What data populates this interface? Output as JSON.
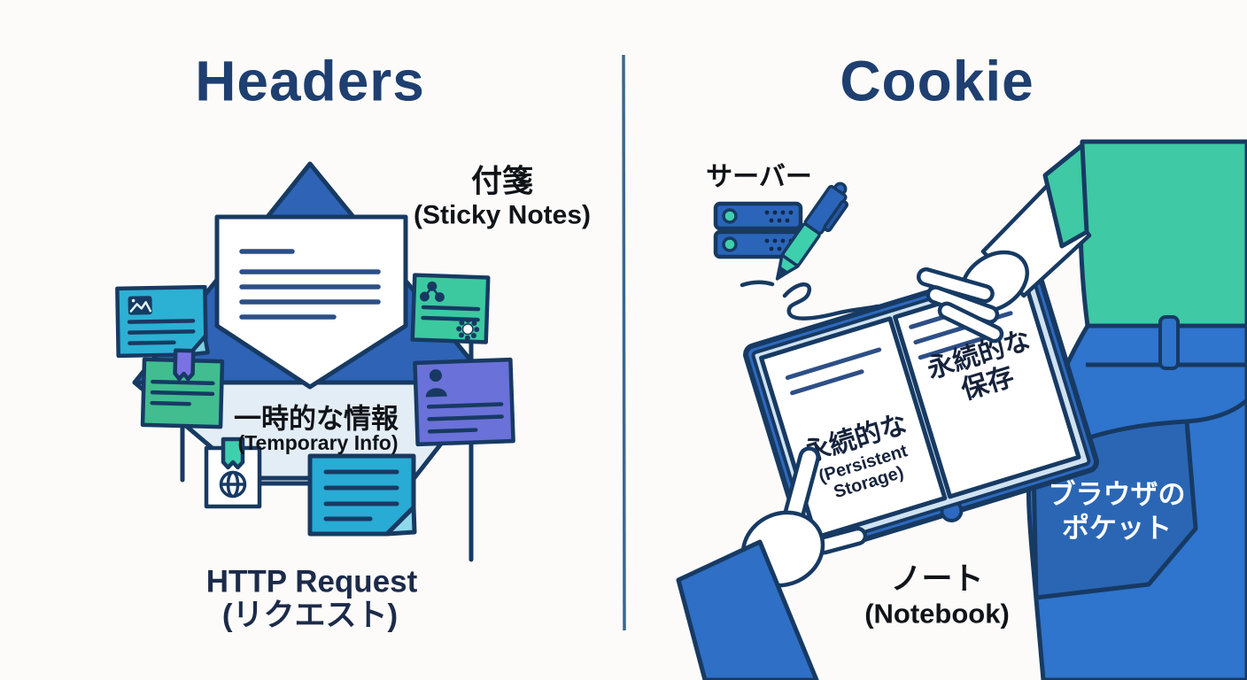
{
  "left_panel": {
    "title": "Headers",
    "sticky_notes_label_jp": "付箋",
    "sticky_notes_label_en": "(Sticky Notes)",
    "temporary_info_jp": "一時的な情報",
    "temporary_info_en": "(Temporary Info)",
    "caption_en": "HTTP Request",
    "caption_jp": "(リクエスト)"
  },
  "right_panel": {
    "title": "Cookie",
    "server_label_jp": "サーバー",
    "notebook_left_page_jp": "永続的な",
    "notebook_left_page_en1": "(Persistent",
    "notebook_left_page_en2": "Storage)",
    "notebook_right_page_line1": "永続的な",
    "notebook_right_page_line2": "保存",
    "caption_jp": "ノート",
    "caption_en": "(Notebook)",
    "pocket_label_line1": "ブラウザの",
    "pocket_label_line2": "ポケット"
  },
  "icons": [
    "envelope-icon",
    "letter-icon",
    "image-icon",
    "tape-icon",
    "share-icon",
    "badge-icon",
    "person-icon",
    "globe-stamp-icon",
    "document-icon",
    "server-icon",
    "pen-icon",
    "handwriting-squiggle",
    "notebook-icon",
    "bookmark-notch"
  ],
  "colors": {
    "title_navy": "#1e3f70",
    "outline_navy": "#173a63",
    "envelope_blue": "#2e63b6",
    "envelope_body": "#e3edf6",
    "cyan_note": "#2cb0d4",
    "green_note": "#41bd90",
    "teal_note": "#3cc9a0",
    "purple_note": "#6a71d8",
    "server_blue": "#2b65ba",
    "teal_accent": "#3ecfad",
    "book_cover_blue": "#2e6abf",
    "shirt_teal": "#3fc9a4",
    "pants_blue": "#2f74cd",
    "pocket_blue": "#2b66b5",
    "divider_blue": "#356a92",
    "text_black": "#101418",
    "pocket_text_white": "#ffffff"
  }
}
